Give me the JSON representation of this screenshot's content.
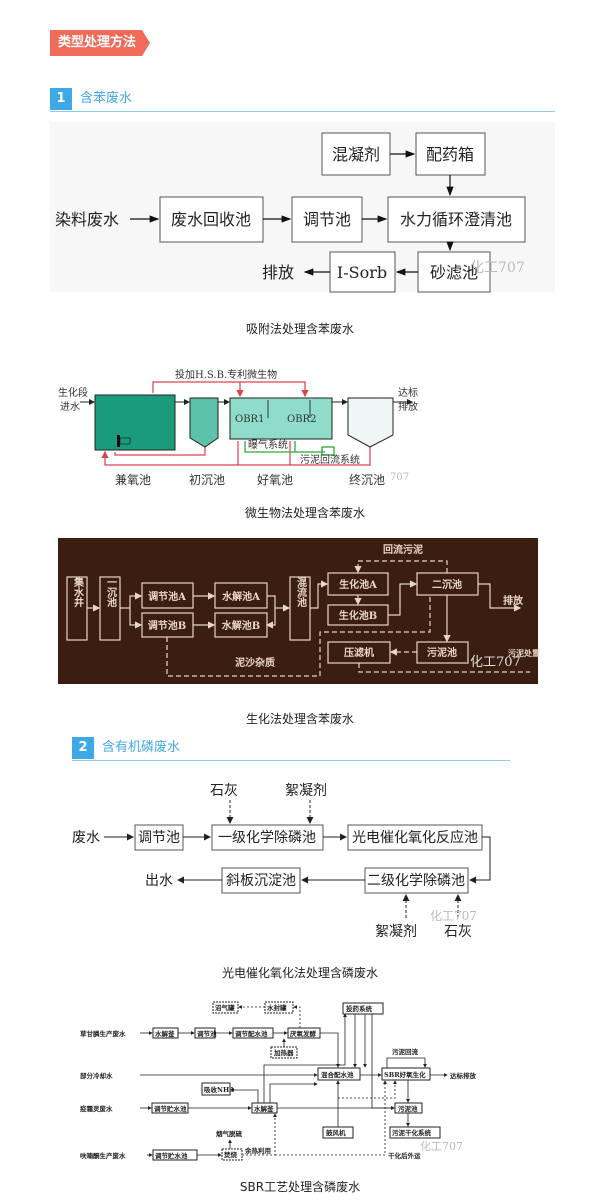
{
  "header_tag": "类型处理方法",
  "sections": [
    {
      "number": "1",
      "title": "含苯废水"
    },
    {
      "number": "2",
      "title": "含有机磷废水"
    }
  ],
  "diagram_adsorption": {
    "caption": "吸附法处理含苯废水",
    "nodes": {
      "coagulant": "混凝剂",
      "dosing_tank": "配药箱",
      "input": "染料废水",
      "recovery_pool": "废水回收池",
      "regulating_pool": "调节池",
      "clarifier": "水力循环澄清池",
      "sand_filter": "砂滤池",
      "isorb": "I-Sorb",
      "discharge": "排放"
    },
    "watermark": "化工707"
  },
  "diagram_microbial": {
    "caption": "微生物法处理含苯废水",
    "top_label": "投加H.S.B.专利微生物",
    "inlet": [
      "生化段",
      "进水"
    ],
    "outlet": [
      "达标",
      "排放"
    ],
    "obr1": "OBR1",
    "obr2": "OBR2",
    "aeration": "曝气系统",
    "sludge_return": "污泥回流系统",
    "tanks": [
      "兼氧池",
      "初沉池",
      "好氧池",
      "终沉池"
    ],
    "watermark": "707"
  },
  "diagram_biochem": {
    "caption": "生化法处理含苯废水",
    "collect_well": "集水井",
    "primary_settle": "一沉池",
    "reg_a": "调节池A",
    "reg_b": "调节池B",
    "hyd_a": "水解池A",
    "hyd_b": "水解池B",
    "mix_pool": "混流池",
    "bio_a": "生化池A",
    "bio_b": "生化池B",
    "secondary": "二沉池",
    "return_sludge": "回流污泥",
    "discharge": "排放",
    "filter_press": "压滤机",
    "sludge_pool": "污泥池",
    "sediment": "泥沙杂质",
    "sludge_disposal": "污泥处置",
    "watermark": "化工707"
  },
  "diagram_photo": {
    "caption": "光电催化氧化法处理含磷废水",
    "lime_top": "石灰",
    "floc_top": "絮凝剂",
    "input": "废水",
    "regulating": "调节池",
    "stage1": "一级化学除磷池",
    "reactor": "光电催化氧化反应池",
    "stage2": "二级化学除磷池",
    "settler": "斜板沉淀池",
    "output": "出水",
    "floc_bottom": "絮凝剂",
    "lime_bottom": "石灰",
    "watermark": "化工707"
  },
  "diagram_sbr": {
    "caption": "SBR工艺处理含磷废水",
    "biogas_tank": "沼气罐",
    "water_seal": "水封罐",
    "dosing": "投药系统",
    "glyphosate": "草甘膦生产废水",
    "hydrolysis1": "水解釜",
    "regulating": "调节池",
    "reg_dist": "调节配水池",
    "anaerobic": "厌氧发酵",
    "heater": "加热器",
    "sludge_return": "污泥回流",
    "cooling": "部分冷却水",
    "mixing": "混合配水池",
    "sbr": "SBR好氧生化",
    "discharge": "达标排放",
    "nh3": "吸收NH3",
    "fungicide": "疫霜灵废水",
    "storage1": "调节贮水池",
    "hydrolysis2": "水解釜",
    "sludge_pool": "污泥池",
    "flue": "烟气脱硫",
    "blower": "鼓风机",
    "drying": "污泥干化系统",
    "furanone": "呋喃酮生产废水",
    "storage2": "调节贮水池",
    "incinerate": "焚烧",
    "heat_reuse": "余热利用",
    "haul": "干化后外运",
    "watermark": "化工707"
  }
}
